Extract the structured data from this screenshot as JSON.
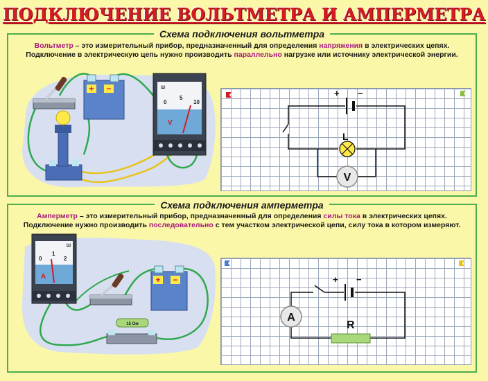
{
  "title": "ПОДКЛЮЧЕНИЕ ВОЛЬТМЕТРА И АМПЕРМЕТРА",
  "voltmeter": {
    "heading": "Схема подключения вольтметра",
    "term": "Вольтметр",
    "line1_a": " – это измерительный прибор, предназначенный для определения ",
    "line1_kw": "напряжения",
    "line1_b": " в электрических цепях.",
    "line2_a": "Подключение в электрическую цепь нужно производить ",
    "line2_kw": "параллельно",
    "line2_b": " нагрузке или источнику электрической энергии.",
    "meter_letter": "V",
    "meter_scale": [
      "0",
      "5",
      "10"
    ],
    "meter_unit": "Ш",
    "battery_plus": "+",
    "battery_minus": "−",
    "schematic": {
      "plus": "+",
      "minus": "−",
      "lamp_label": "L",
      "meter_label": "V"
    }
  },
  "ammeter": {
    "heading": "Схема подключения амперметра",
    "term": "Амперметр",
    "line1_a": " – это измерительный прибор, предназначенный для определения ",
    "line1_kw": "силы тока",
    "line1_b": " в электрических цепях.",
    "line2_a": "Подключение нужно производить ",
    "line2_kw": "последовательно",
    "line2_b": " с тем участком электрической цепи, силу тока в котором измеряют.",
    "meter_letter": "A",
    "meter_scale": [
      "0",
      "1",
      "2"
    ],
    "meter_unit": "Ш",
    "resistor_label": "15 Ом",
    "battery_plus": "+",
    "battery_minus": "−",
    "schematic": {
      "plus": "+",
      "minus": "−",
      "meter_label": "A",
      "resistor_label": "R"
    }
  },
  "colors": {
    "title": "#d51c24",
    "keyword": "#a5197d",
    "panel_border": "#4cae4c",
    "background": "#fbf7a8",
    "wire_green": "#2fa84f",
    "wire_yellow": "#e8c31c",
    "resistor": "#a8d87a",
    "lamp": "#ffe84a"
  }
}
